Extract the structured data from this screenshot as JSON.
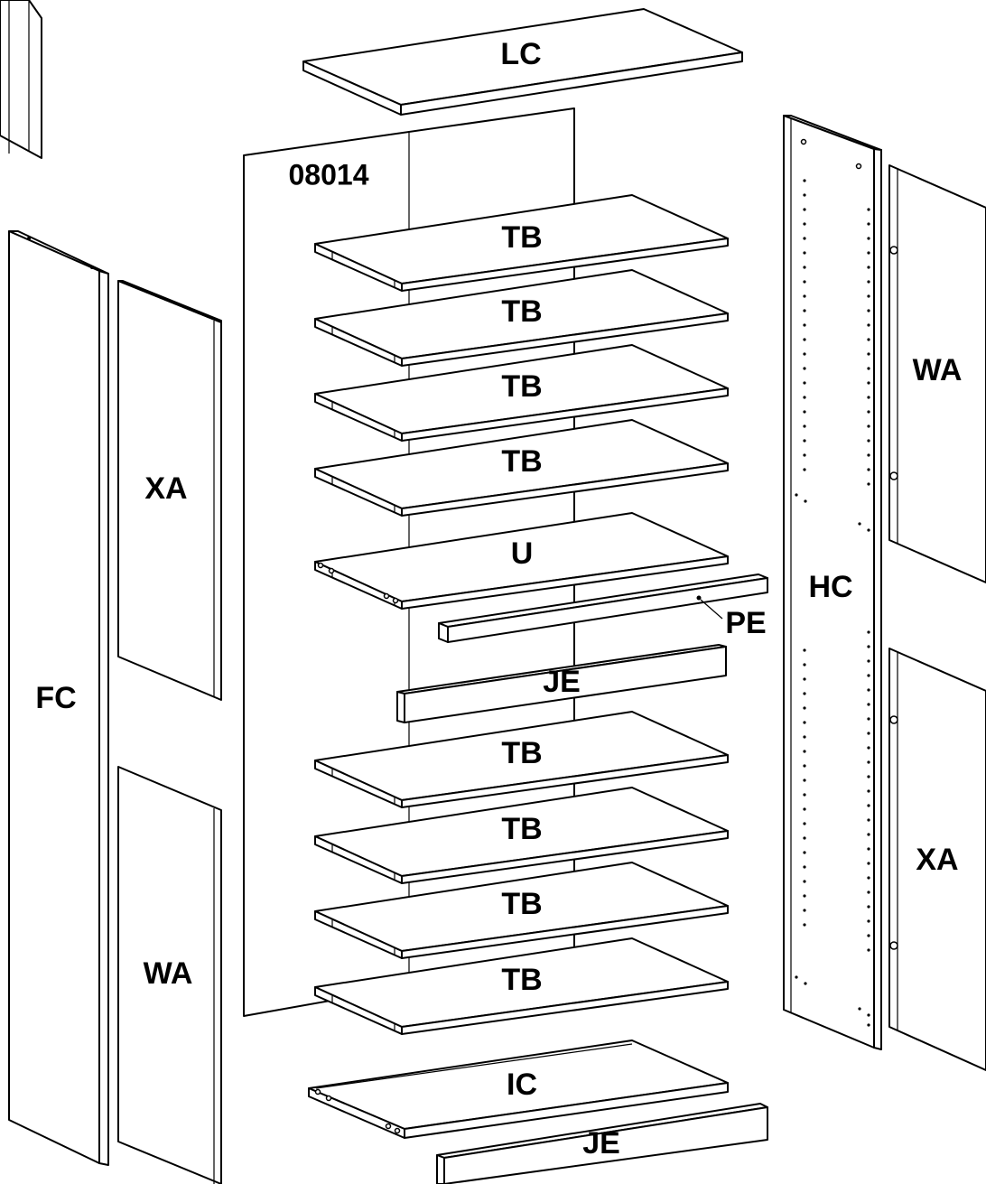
{
  "labels": {
    "lc": "LC",
    "back_panel": "08014",
    "tb": "TB",
    "u": "U",
    "pe": "PE",
    "je": "JE",
    "ic": "IC",
    "fc": "FC",
    "xa": "XA",
    "wa": "WA",
    "hc": "HC"
  },
  "colors": {
    "line": "#000000",
    "fill": "#ffffff"
  }
}
